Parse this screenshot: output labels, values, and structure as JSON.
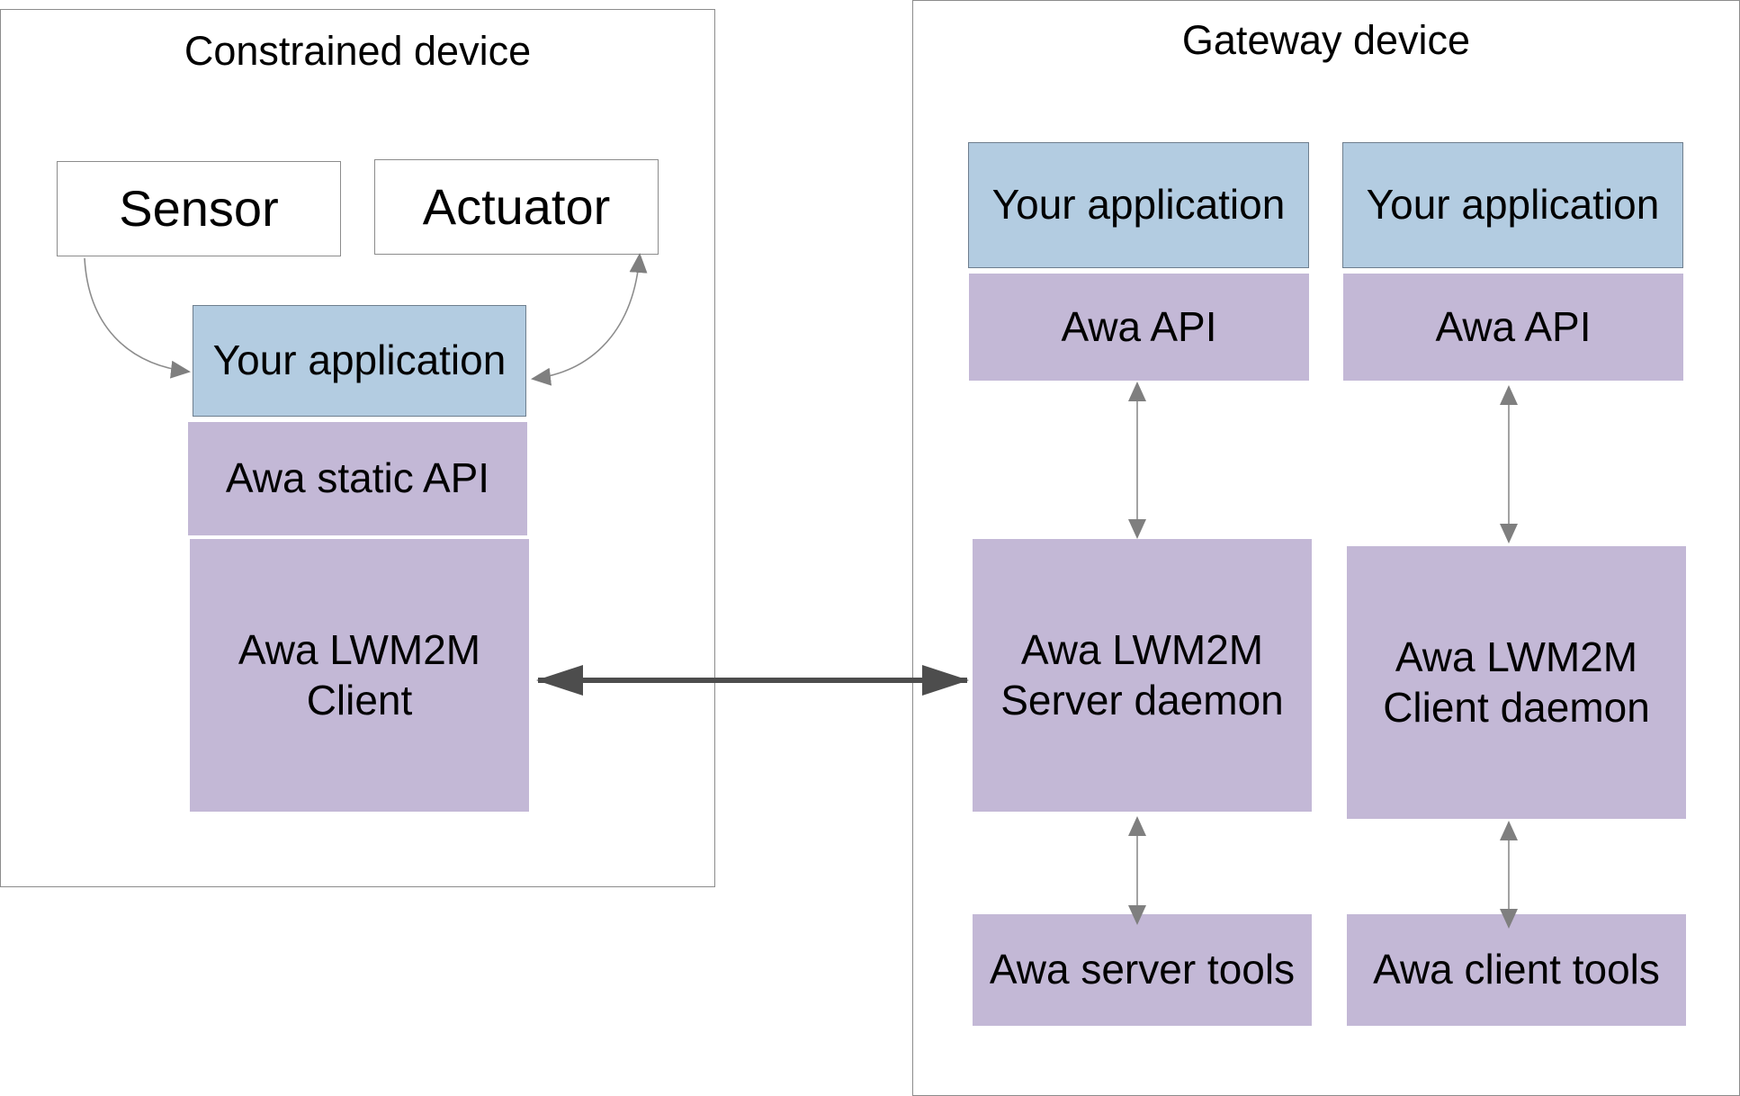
{
  "constrained": {
    "title": "Constrained device",
    "sensor": "Sensor",
    "actuator": "Actuator",
    "your_application": "Your application",
    "static_api": "Awa static API",
    "client_line1": "Awa LWM2M",
    "client_line2": "Client"
  },
  "gateway": {
    "title": "Gateway device",
    "left_app": "Your application",
    "right_app": "Your application",
    "left_api": "Awa API",
    "right_api": "Awa API",
    "server_line1": "Awa LWM2M",
    "server_line2": "Server daemon",
    "client_daemon_line1": "Awa LWM2M",
    "client_daemon_line2": "Client daemon",
    "server_tools": "Awa server tools",
    "client_tools": "Awa client tools"
  },
  "colors": {
    "application_fill": "#b3cce1",
    "awa_component_fill": "#c3b8d6",
    "border": "#8c8c8c",
    "connector": "#4d4d4d",
    "thin_arrow": "#7f7f7f"
  }
}
